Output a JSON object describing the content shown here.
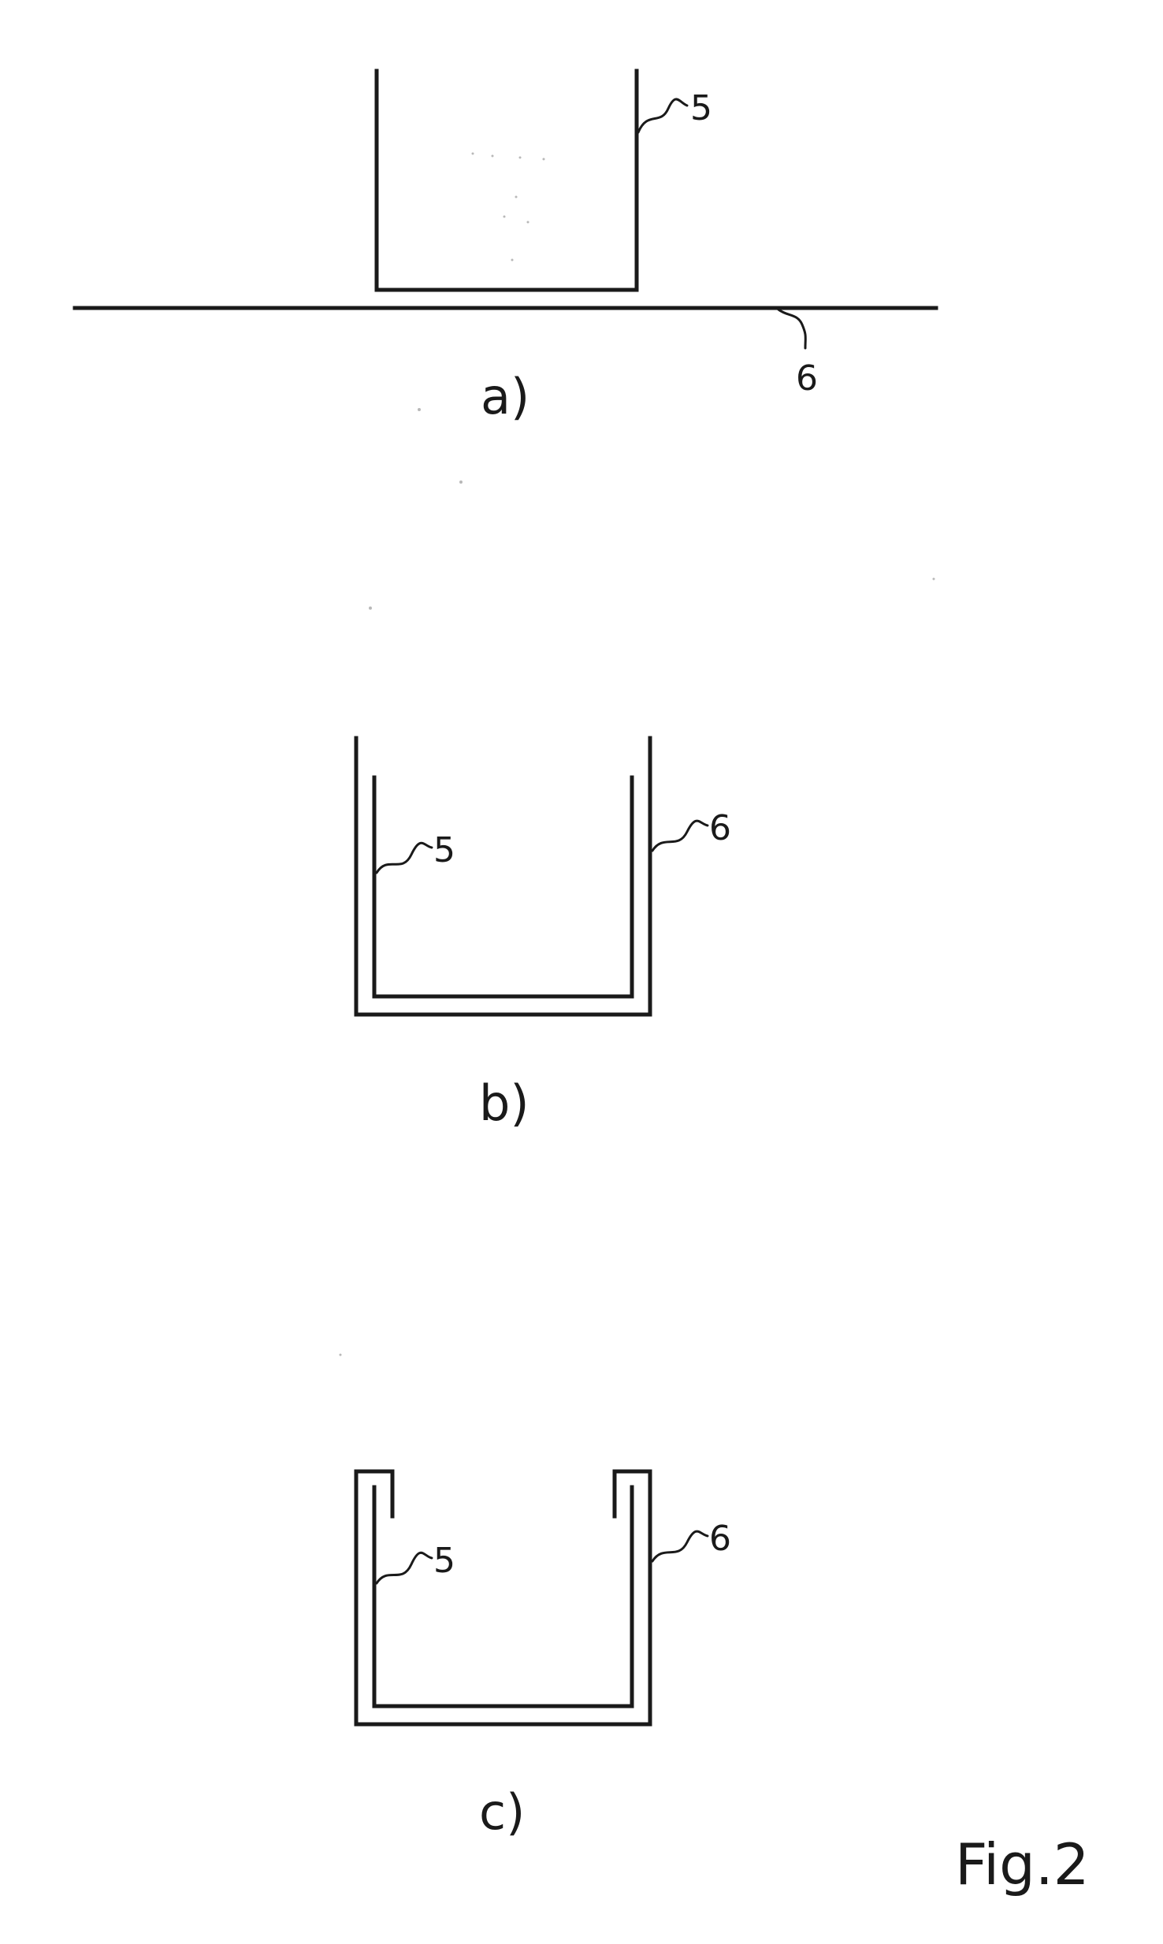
{
  "figure": {
    "label": "Fig.2"
  },
  "panels": [
    {
      "label": "a)",
      "refs": [
        "5",
        "6"
      ]
    },
    {
      "label": "b)",
      "refs": [
        "5",
        "6"
      ]
    },
    {
      "label": "c)",
      "refs": [
        "5",
        "6"
      ]
    }
  ],
  "colors": {
    "ink": "#1a1a1a",
    "background": "#ffffff"
  }
}
